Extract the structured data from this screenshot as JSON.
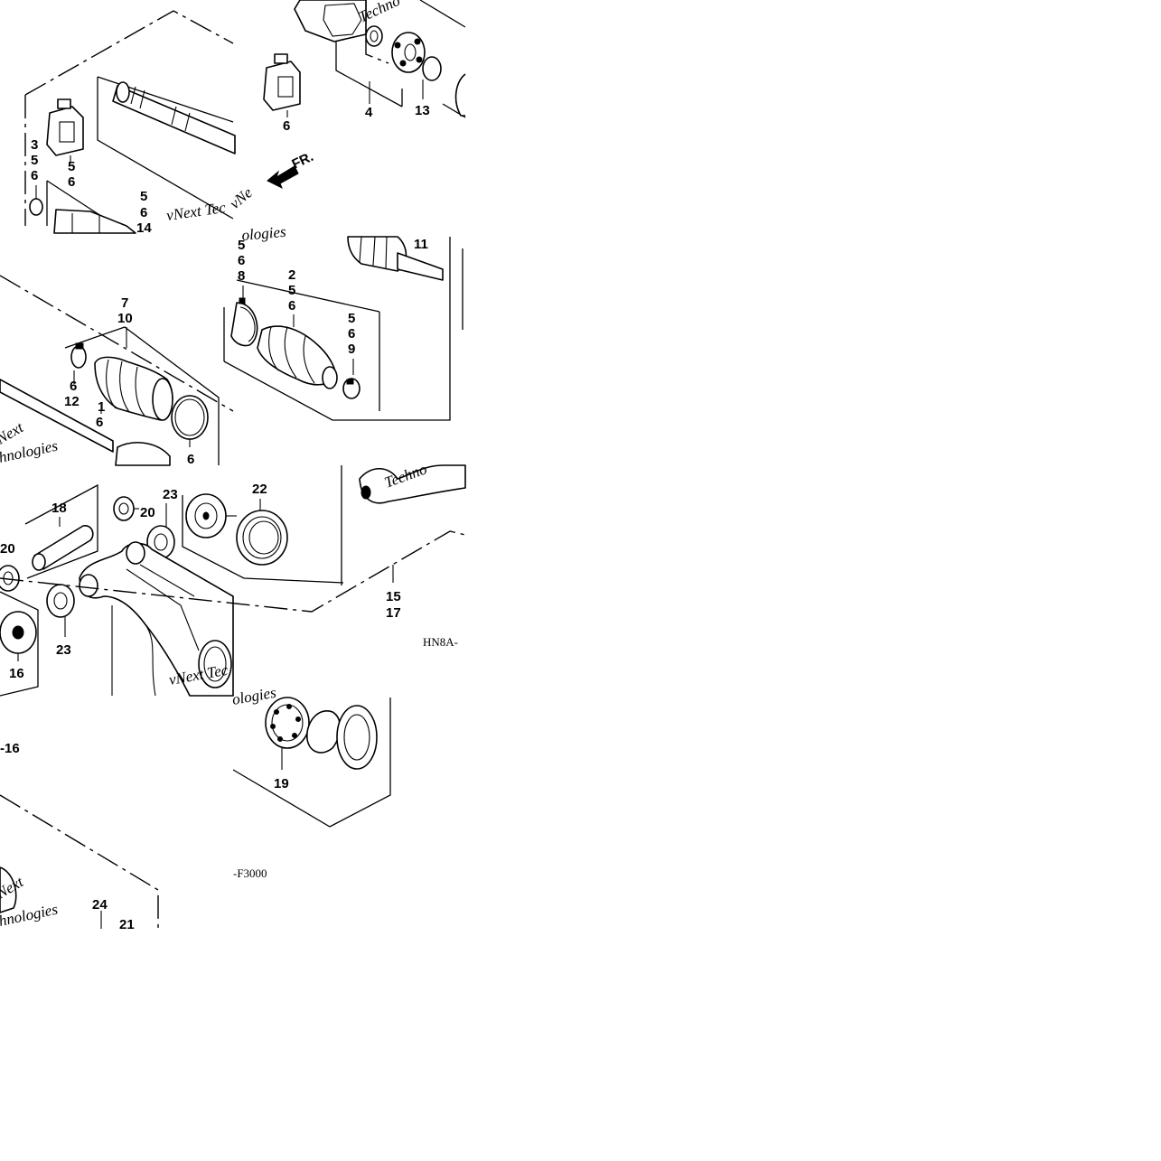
{
  "watermark": {
    "line1": "vNext Technologies",
    "fragment_a": "vNext Tec",
    "fragment_b": "hnologies",
    "fragment_c": "Techno",
    "fragment_d": "Next",
    "fragment_e": "vNe",
    "fragment_f": "ologies"
  },
  "arrow": {
    "label": "FR."
  },
  "codes": {
    "c1": "HN8A-",
    "c2": "-F3000"
  },
  "callouts": {
    "c_4": "4",
    "c_13": "13",
    "c_6a": "6",
    "c_3": "3",
    "c_5a": "5",
    "c_6b": "6",
    "c_5b": "5",
    "c_6c": "6",
    "c_5c": "5",
    "c_6d": "6",
    "c_14": "14",
    "c_11": "11",
    "c_5d": "5",
    "c_6e": "6",
    "c_8": "8",
    "c_2": "2",
    "c_5e": "5",
    "c_6f": "6",
    "c_5f": "5",
    "c_6g": "6",
    "c_9": "9",
    "c_7": "7",
    "c_10": "10",
    "c_6h": "6",
    "c_12": "12",
    "c_1": "1",
    "c_6i": "6",
    "c_6j": "6",
    "c_18": "18",
    "c_20a": "20",
    "c_23a": "23",
    "c_22": "22",
    "c_20b": "20",
    "c_23b": "23",
    "c_16a": "16",
    "c_15": "15",
    "c_17": "17",
    "c_16b": "-16",
    "c_19": "19",
    "c_24": "24",
    "c_21": "21"
  }
}
